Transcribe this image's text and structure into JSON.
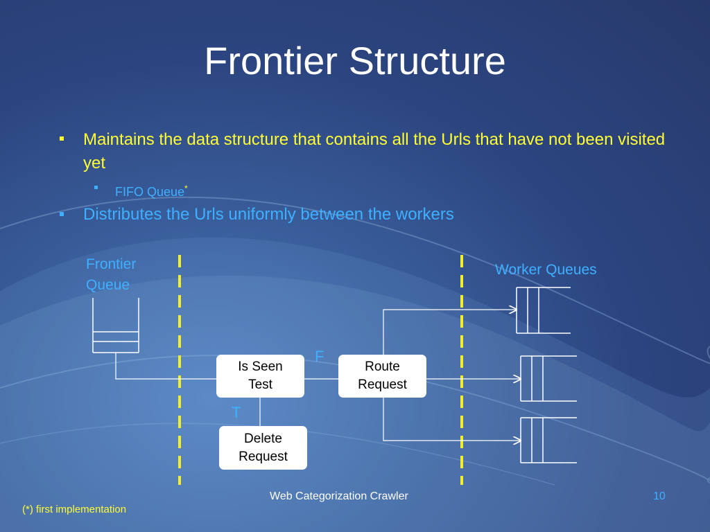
{
  "slide": {
    "title": "Frontier Structure",
    "bullets": [
      "Maintains the data structure that contains all the Urls that have not been visited yet",
      "Distributes the Urls uniformly between the workers"
    ],
    "sub_bullet": "FIFO Queue",
    "sub_bullet_marker": "*",
    "footer_title": "Web Categorization Crawler",
    "page_number": "10",
    "footnote": "(*) first implementation"
  },
  "diagram": {
    "frontier_queue_label_line1": "Frontier",
    "frontier_queue_label_line2": "Queue",
    "worker_queues_label": "Worker Queues",
    "is_seen_line1": "Is Seen",
    "is_seen_line2": "Test",
    "route_line1": "Route",
    "route_line2": "Request",
    "delete_line1": "Delete",
    "delete_line2": "Request",
    "false_label": "F",
    "true_label": "T"
  },
  "colors": {
    "yellow_text": "#ffff33",
    "blue_text": "#3fb0ff",
    "divider": "#f2ee2c",
    "background": "#2c4580"
  }
}
